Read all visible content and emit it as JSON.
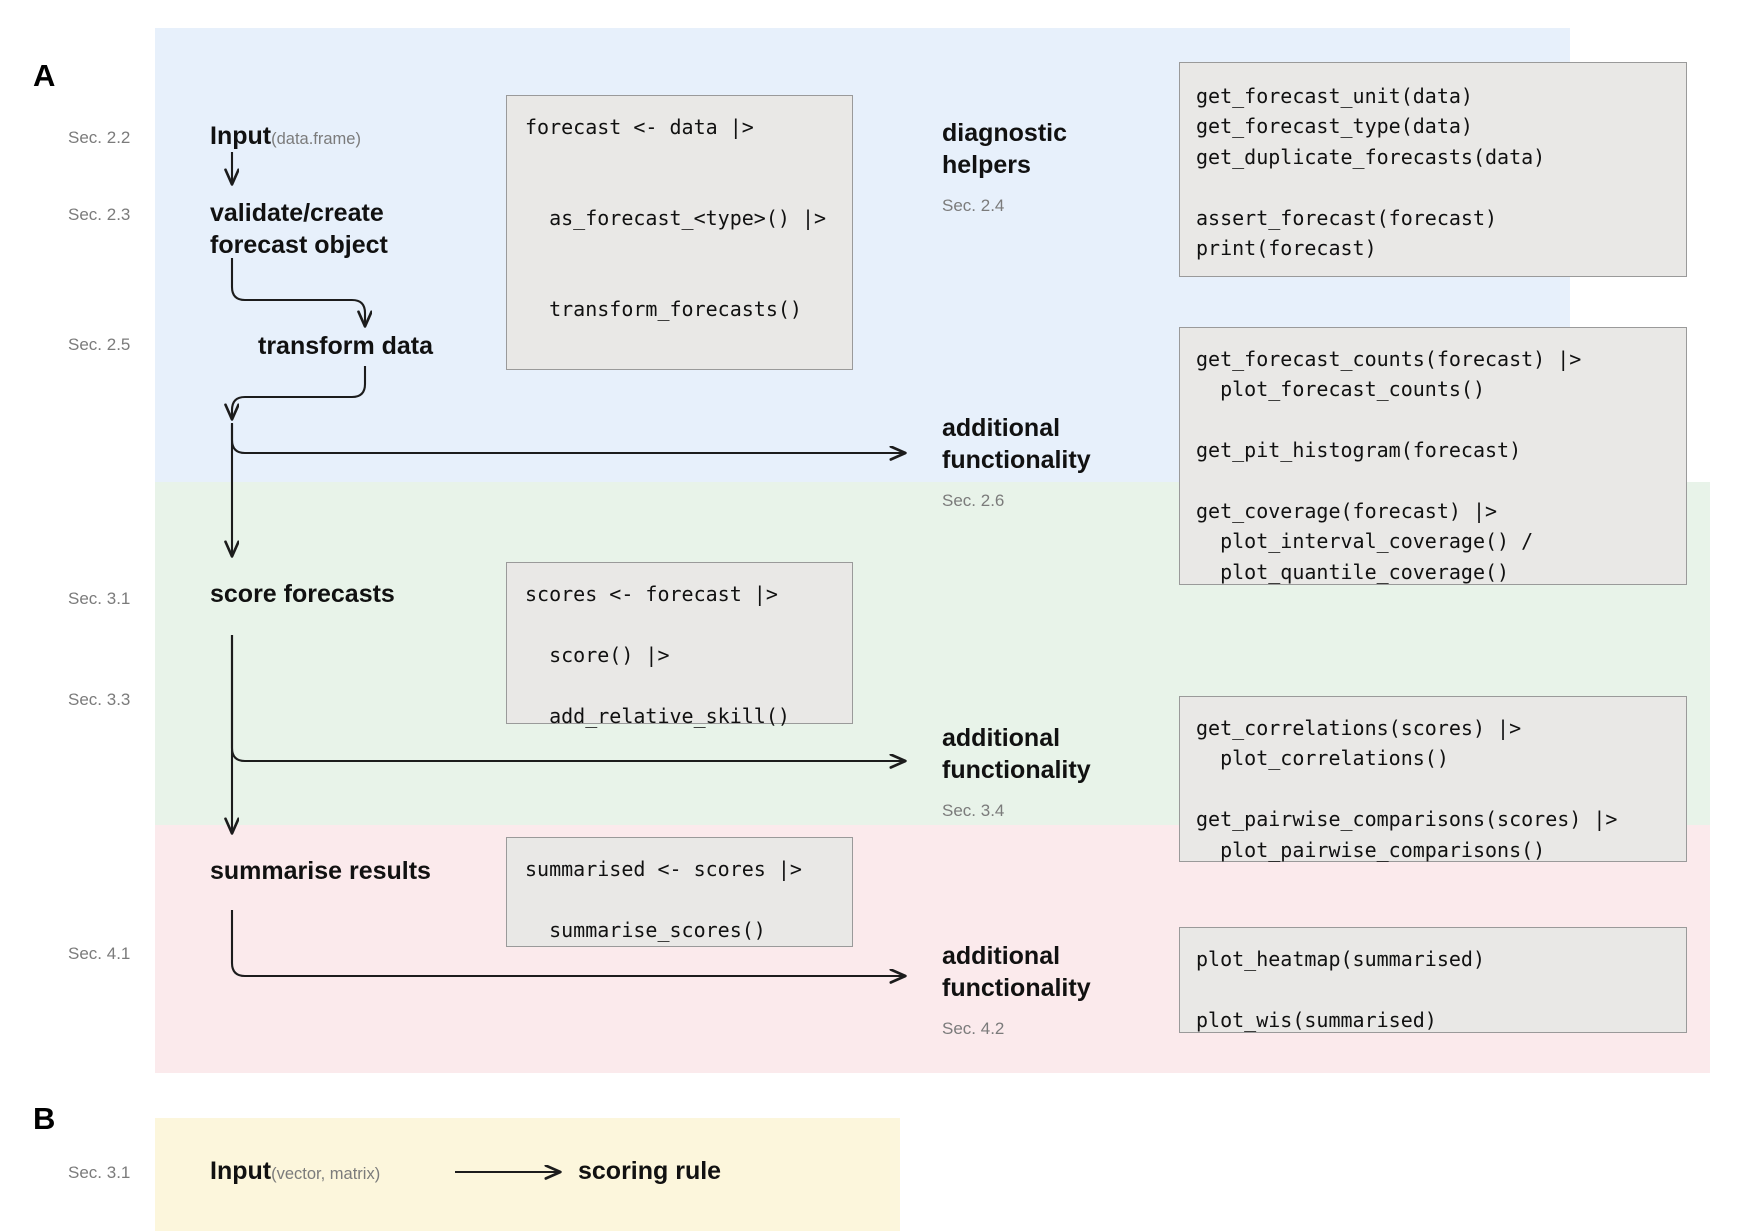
{
  "figure": {
    "panels": [
      {
        "letter": "A"
      },
      {
        "letter": "B"
      }
    ]
  },
  "colors": {
    "band_blue": "#e7f0fb",
    "band_green": "#e8f3e9",
    "band_pink": "#fbeaec",
    "band_cream": "#fcf6dc",
    "code_bg": "#e9e8e6",
    "code_border": "#9a9a9a",
    "section_label": "#7b7b7b",
    "text": "#111111"
  },
  "panel_a": {
    "section_labels": {
      "input": "Sec. 2.2",
      "validate": "Sec. 2.3",
      "transform": "Sec. 2.5",
      "diagnostic": "Sec. 2.4",
      "additional_1": "Sec. 2.6",
      "score": "Sec. 3.1",
      "add_relative_skill": "Sec. 3.3",
      "additional_2": "Sec. 3.4",
      "summarise": "Sec. 4.1",
      "additional_3": "Sec. 4.2"
    },
    "nodes": {
      "input_label": "Input",
      "input_sub": "(data.frame)",
      "validate_label": "validate/create\nforecast object",
      "transform_label": "transform data",
      "score_label": "score forecasts",
      "summarise_label": "summarise results"
    },
    "right_labels": {
      "diagnostic": "diagnostic\nhelpers",
      "additional_1": "additional\nfunctionality",
      "additional_2": "additional\nfunctionality",
      "additional_3": "additional\nfunctionality"
    },
    "code_blocks": {
      "forecast_pipeline": "forecast <- data |>\n\n\n  as_forecast_<type>() |>\n\n\n  transform_forecasts()",
      "diagnostic_helpers": "get_forecast_unit(data)\nget_forecast_type(data)\nget_duplicate_forecasts(data)\n\nassert_forecast(forecast)\nprint(forecast)",
      "additional_functionality_1": "get_forecast_counts(forecast) |>\n  plot_forecast_counts()\n\nget_pit_histogram(forecast)\n\nget_coverage(forecast) |>\n  plot_interval_coverage() /\n  plot_quantile_coverage()",
      "score_pipeline": "scores <- forecast |>\n\n  score() |>\n\n  add_relative_skill()",
      "additional_functionality_2": "get_correlations(scores) |>\n  plot_correlations()\n\nget_pairwise_comparisons(scores) |>\n  plot_pairwise_comparisons()",
      "summarise_pipeline": "summarised <- scores |>\n\n  summarise_scores()",
      "additional_functionality_3": "plot_heatmap(summarised)\n\nplot_wis(summarised)"
    }
  },
  "panel_b": {
    "section_label": "Sec. 3.1",
    "input_label": "Input",
    "input_sub": "(vector, matrix)",
    "target_label": "scoring rule"
  }
}
